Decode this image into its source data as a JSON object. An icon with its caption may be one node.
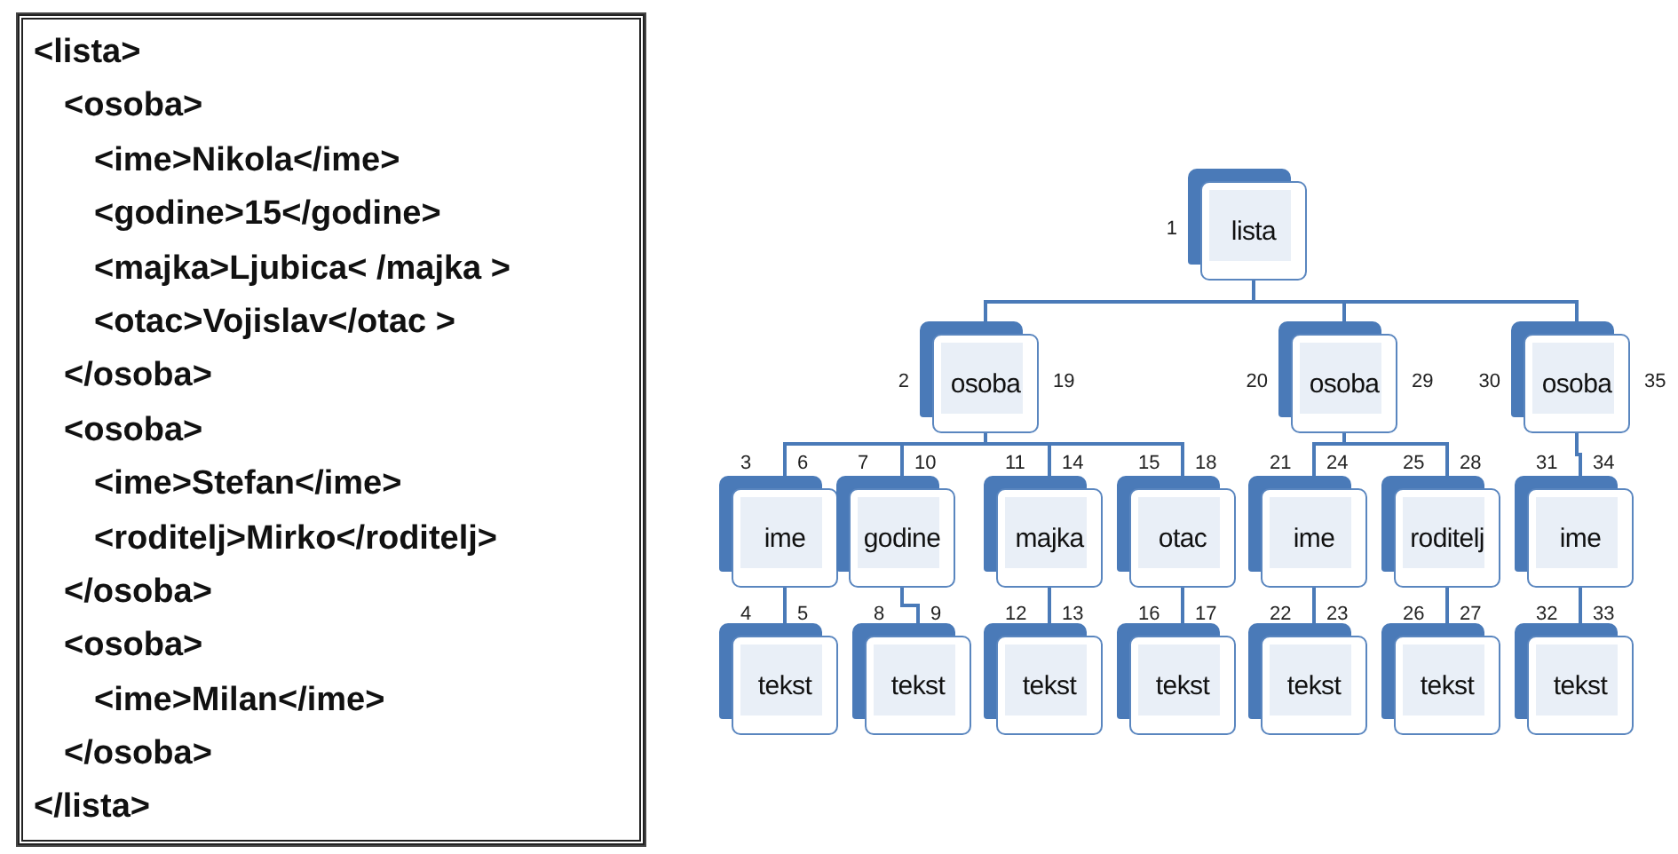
{
  "diagram": {
    "nodes": [
      {
        "text": [
          "<lista>",
          "<osoba>",
          "<ime>Nikola</ime>",
          "<godine>15</godine>",
          "<majka>Ljubica< /majka >",
          "<otac>Vojislav</otac >",
          "</osoba>",
          "<osoba>",
          "<ime>Stefan</ime>",
          "<roditelj>Mirko</roditelj>",
          "</osoba>",
          "<osoba>",
          "<ime>Milan</ime>",
          "</osoba>",
          "</lista>"
        ]
      },
      {
        "text": [
          "lista"
        ],
        "beside": [
          "1"
        ]
      },
      {
        "text": [
          "osoba"
        ],
        "beside": [
          "2",
          "19"
        ]
      },
      {
        "text": [
          "osoba"
        ],
        "beside": [
          "20",
          "29"
        ]
      },
      {
        "text": [
          "osoba"
        ],
        "beside": [
          "30",
          "35"
        ]
      },
      {
        "text": [
          "ime"
        ],
        "beside": [
          "3",
          "6"
        ]
      },
      {
        "text": [
          "godine"
        ],
        "beside": [
          "7",
          "10"
        ]
      },
      {
        "text": [
          "majka"
        ],
        "beside": [
          "11",
          "14"
        ]
      },
      {
        "text": [
          "otac"
        ],
        "beside": [
          "15",
          "18"
        ]
      },
      {
        "text": [
          "ime"
        ],
        "beside": [
          "21",
          "24"
        ]
      },
      {
        "text": [
          "roditelj"
        ],
        "beside": [
          "25",
          "28"
        ]
      },
      {
        "text": [
          "ime"
        ],
        "beside": [
          "31",
          "34"
        ]
      },
      {
        "text": [
          "tekst"
        ],
        "beside": [
          "4",
          "5"
        ]
      },
      {
        "text": [
          "tekst"
        ],
        "beside": [
          "8",
          "9"
        ]
      },
      {
        "text": [
          "tekst"
        ],
        "beside": [
          "12",
          "13"
        ]
      },
      {
        "text": [
          "tekst"
        ],
        "beside": [
          "16",
          "17"
        ]
      },
      {
        "text": [
          "tekst"
        ],
        "beside": [
          "22",
          "23"
        ]
      },
      {
        "text": [
          "tekst"
        ],
        "beside": [
          "26",
          "27"
        ]
      },
      {
        "text": [
          "tekst"
        ],
        "beside": [
          "32",
          "33"
        ]
      }
    ],
    "edges": [
      {
        "from": 1,
        "to": 2,
        "arrow": "none"
      },
      {
        "from": 1,
        "to": 3,
        "arrow": "none"
      },
      {
        "from": 1,
        "to": 4,
        "arrow": "none"
      },
      {
        "from": 2,
        "to": 5,
        "arrow": "none"
      },
      {
        "from": 2,
        "to": 6,
        "arrow": "none"
      },
      {
        "from": 2,
        "to": 7,
        "arrow": "none"
      },
      {
        "from": 2,
        "to": 8,
        "arrow": "none"
      },
      {
        "from": 3,
        "to": 9,
        "arrow": "none"
      },
      {
        "from": 3,
        "to": 10,
        "arrow": "none"
      },
      {
        "from": 4,
        "to": 11,
        "arrow": "none"
      },
      {
        "from": 5,
        "to": 12,
        "arrow": "none"
      },
      {
        "from": 6,
        "to": 13,
        "arrow": "none"
      },
      {
        "from": 7,
        "to": 14,
        "arrow": "none"
      },
      {
        "from": 8,
        "to": 15,
        "arrow": "none"
      },
      {
        "from": 9,
        "to": 16,
        "arrow": "none"
      },
      {
        "from": 10,
        "to": 17,
        "arrow": "none"
      },
      {
        "from": 11,
        "to": 18,
        "arrow": "none"
      }
    ]
  }
}
